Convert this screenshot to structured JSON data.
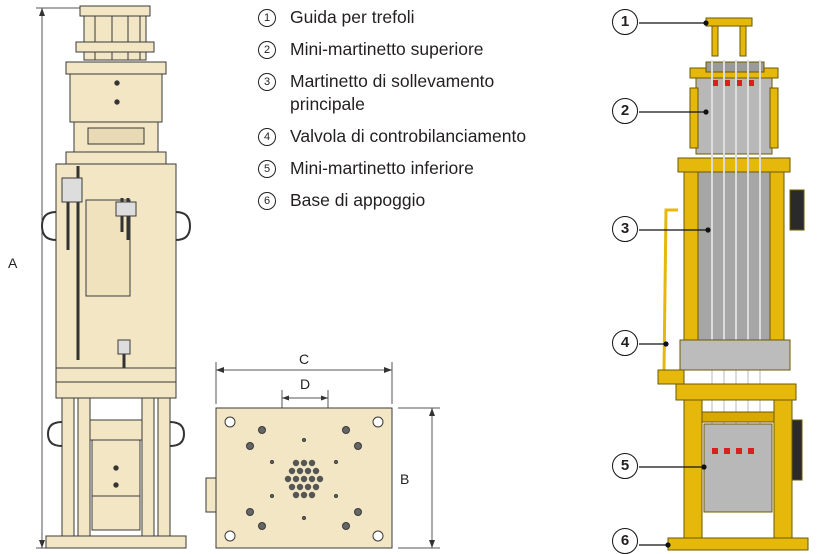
{
  "legend": {
    "items": [
      {
        "num": "1",
        "text": "Guida per trefoli"
      },
      {
        "num": "2",
        "text": "Mini-martinetto superiore"
      },
      {
        "num": "3",
        "text": "Martinetto di sollevamento principale"
      },
      {
        "num": "4",
        "text": "Valvola di controbilanciamento"
      },
      {
        "num": "5",
        "text": "Mini-martinetto inferiore"
      },
      {
        "num": "6",
        "text": "Base di appoggio"
      }
    ]
  },
  "dimensions": {
    "a": "A",
    "b": "B",
    "c": "C",
    "d": "D"
  },
  "callouts": [
    "1",
    "2",
    "3",
    "4",
    "5",
    "6"
  ],
  "colors": {
    "cream": "#f2e6c4",
    "yellow": "#e5b80b",
    "steel": "#8f8f8f",
    "line": "#3a3a3a"
  }
}
